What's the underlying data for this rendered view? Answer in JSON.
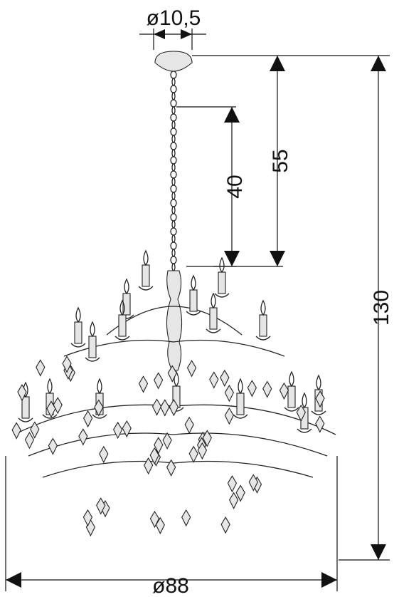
{
  "dimensions": {
    "canopy_diameter": "ø10,5",
    "drop_short": "40",
    "drop_long": "55",
    "total_height": "130",
    "overall_diameter": "ø88"
  }
}
